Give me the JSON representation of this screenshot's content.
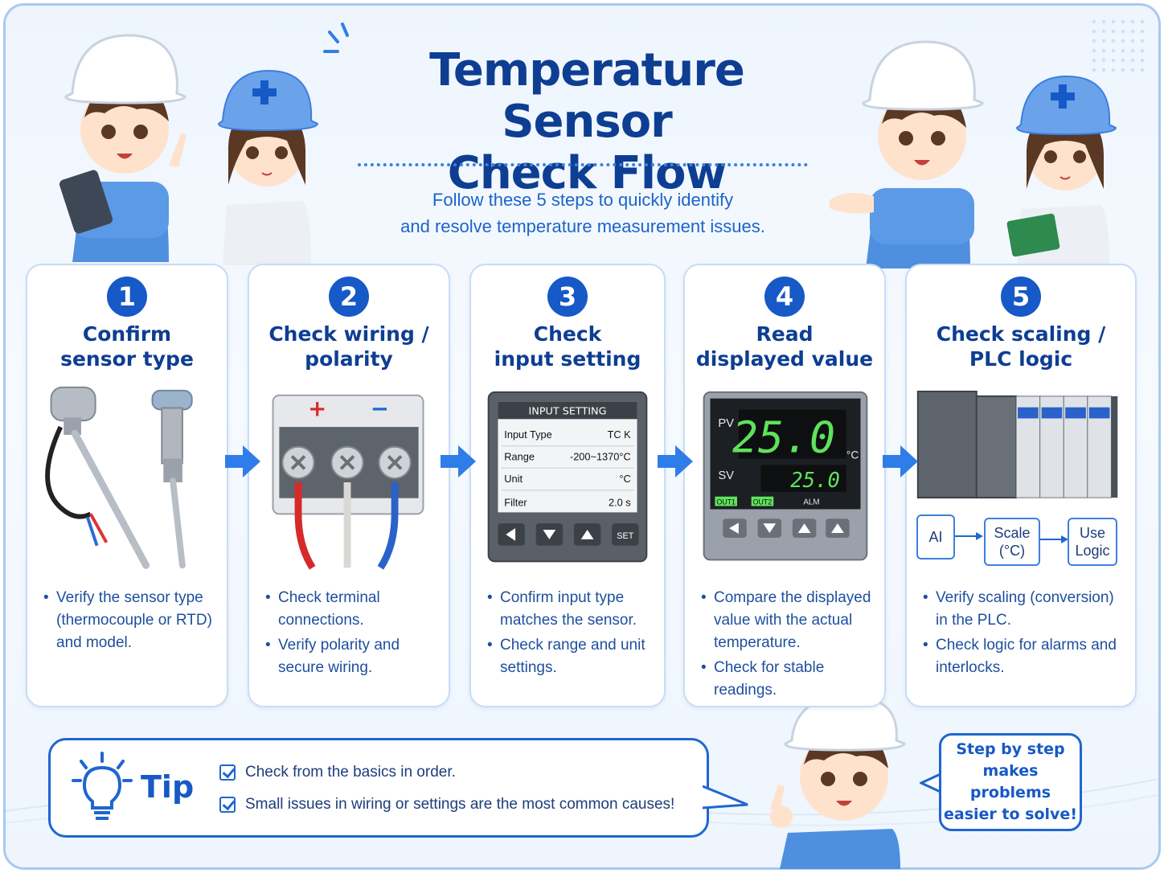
{
  "title": "Temperature Sensor Check Flow",
  "title_line1": "Temperature Sensor",
  "title_line2": "Check Flow",
  "subtitle_line1": "Follow these 5 steps to quickly identify",
  "subtitle_line2": "and resolve temperature measurement issues.",
  "colors": {
    "accent": "#1659c7",
    "title": "#0e3e92",
    "card_border": "#c8dcf5",
    "arrow": "#2f7de8"
  },
  "steps": [
    {
      "number": "1",
      "title_line1": "Confirm",
      "title_line2": "sensor type",
      "bullets": [
        "Verify the sensor type (thermocouple or RTD) and model."
      ]
    },
    {
      "number": "2",
      "title_line1": "Check wiring /",
      "title_line2": "polarity",
      "plus": "+",
      "minus": "−",
      "bullets": [
        "Check terminal connections.",
        "Verify polarity and secure wiring."
      ]
    },
    {
      "number": "3",
      "title_line1": "Check",
      "title_line2": "input setting",
      "panel": {
        "header": "INPUT SETTING",
        "rows": [
          {
            "label": "Input Type",
            "value": "TC K"
          },
          {
            "label": "Range",
            "value": "-200~1370°C"
          },
          {
            "label": "Unit",
            "value": "°C"
          },
          {
            "label": "Filter",
            "value": "2.0 s"
          }
        ],
        "set_key": "SET"
      },
      "bullets": [
        "Confirm input type matches the sensor.",
        "Check range and unit settings."
      ]
    },
    {
      "number": "4",
      "title_line1": "Read",
      "title_line2": "displayed value",
      "meter": {
        "pv_label": "PV",
        "pv_value": "25.0",
        "unit": "°C",
        "sv_label": "SV",
        "sv_value": "25.0",
        "out1": "OUT1",
        "out2": "OUT2",
        "alm": "ALM"
      },
      "bullets": [
        "Compare the displayed value with the actual temperature.",
        "Check for stable readings."
      ]
    },
    {
      "number": "5",
      "title_line1": "Check scaling /",
      "title_line2": "PLC logic",
      "flow": {
        "ai": "AI",
        "scale_line1": "Scale",
        "scale_line2": "(°C)",
        "use_line1": "Use",
        "use_line2": "Logic"
      },
      "bullets": [
        "Verify scaling (conversion) in the PLC.",
        "Check logic for alarms and interlocks."
      ]
    }
  ],
  "tip": {
    "label": "Tip",
    "items": [
      "Check from the basics in order.",
      "Small issues in wiring or settings are the most common causes!"
    ]
  },
  "bubble": {
    "line1": "Step by step",
    "line2": "makes problems",
    "line3": "easier to solve!"
  },
  "icons": [
    "lightbulb-icon",
    "checkbox-icon",
    "arrow-right-icon",
    "step-number-badge"
  ]
}
